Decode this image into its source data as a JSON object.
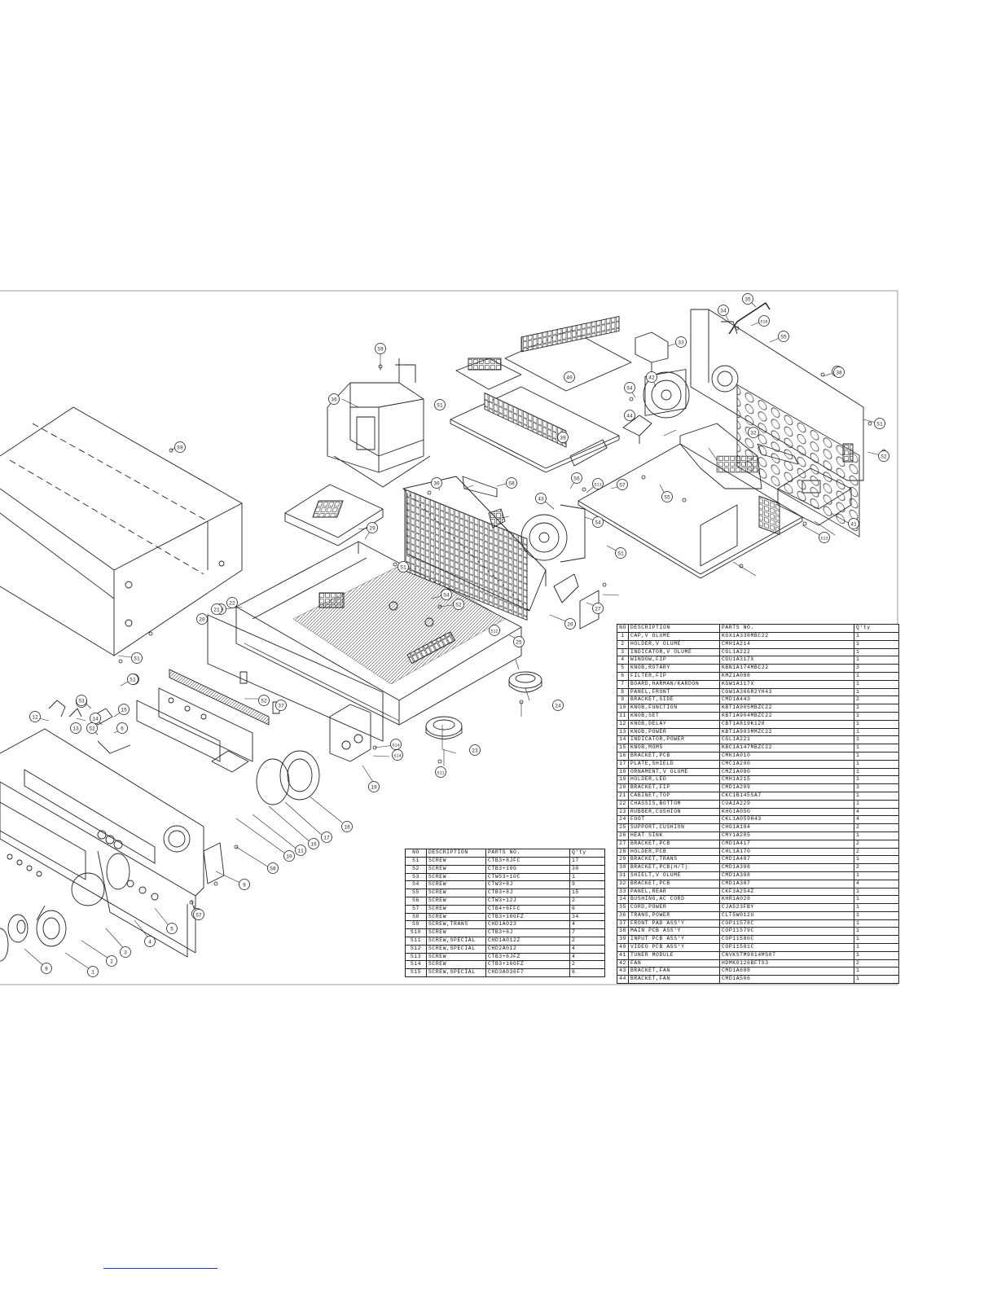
{
  "parts_table": {
    "headers": [
      "NO",
      "DESCRIPTION",
      "PARTS NO.",
      "Q'ty"
    ],
    "rows": [
      [
        "1",
        "CAP,V OLUME",
        "KGX1A338MBC22",
        "1"
      ],
      [
        "2",
        "HOLDER,V OLUME",
        "CMH1A214",
        "1"
      ],
      [
        "3",
        "INDICATOR,V OLUME",
        "CGL1A222",
        "1"
      ],
      [
        "4",
        "WINDOW,FIP",
        "CGU1A317X",
        "1"
      ],
      [
        "5",
        "KNOB,ROTARY",
        "KBN1A174MBC22",
        "3"
      ],
      [
        "6",
        "FILTER,FIP",
        "KMZ1A088",
        "1"
      ],
      [
        "7",
        "BOARD,HARMAN/KARDON",
        "KGW1A117X",
        "1"
      ],
      [
        "8",
        "PANEL,FRONT",
        "CGW1A366R2YH43",
        "1"
      ],
      [
        "9",
        "BRACKET,SIDE",
        "CMD1A443",
        "2"
      ],
      [
        "10",
        "KNOB,FUNCTION",
        "KBT1A905MBZC22",
        "1"
      ],
      [
        "11",
        "KNOB,SET",
        "KBT1A904MBZC22",
        "1"
      ],
      [
        "12",
        "KNOB,DELAY",
        "CBT1A819K128",
        "1"
      ],
      [
        "13",
        "KNOB,POWER",
        "KBT1A903MMZC22",
        "1"
      ],
      [
        "14",
        "INDICATOR,POWER",
        "CGL1A221",
        "1"
      ],
      [
        "15",
        "KNOB,MOMS",
        "KBC1A147MBZC22",
        "1"
      ],
      [
        "16",
        "BRACKET,PCB",
        "CMK1A010",
        "1"
      ],
      [
        "17",
        "PLATE,SHIELD",
        "CMC1A200",
        "1"
      ],
      [
        "18",
        "ORNAMENT,V OLUME",
        "CMZ1A080",
        "1"
      ],
      [
        "19",
        "HOLDER,LED",
        "CMH1A215",
        "1"
      ],
      [
        "20",
        "BRACKET,FIP",
        "CMD1A209",
        "3"
      ],
      [
        "21",
        "CABINET,TOP",
        "CKC1B145SA7",
        "1"
      ],
      [
        "22",
        "CHASSIS,BOTTOM",
        "CUA1A229",
        "1"
      ],
      [
        "23",
        "RUBBER,CUSHION",
        "KHG1A050",
        "4"
      ],
      [
        "24",
        "FOOT",
        "CKL1A059H43",
        "4"
      ],
      [
        "25",
        "SUPPORT,CUSHION",
        "CHG1A104",
        "2"
      ],
      [
        "26",
        "HEAT SINK",
        "CMY1A205",
        "1"
      ],
      [
        "27",
        "BRACKET,PCB",
        "CMD1A417",
        "2"
      ],
      [
        "28",
        "HOLDER,PCB",
        "CHL1A170",
        "2"
      ],
      [
        "29",
        "BRACKET,TRANS",
        "CMD1A487",
        "1"
      ],
      [
        "30",
        "BRACKET,PCB(H/T)",
        "CMD1A398",
        "2"
      ],
      [
        "31",
        "SHIELT,V OLUME",
        "CMD1A398",
        "1"
      ],
      [
        "32",
        "BRACKET,PCB",
        "CMD1A387",
        "4"
      ],
      [
        "33",
        "PANEL,REAR",
        "CKF3A254Z",
        "1"
      ],
      [
        "34",
        "BUSHING,AC CORD",
        "KHR1A028",
        "1"
      ],
      [
        "35",
        "CORD,POWER",
        "CJA523FBY",
        "1"
      ],
      [
        "36",
        "TRANS,POWER",
        "CLT5W012U",
        "1"
      ],
      [
        "37",
        "FRONT PAD ASS'Y",
        "COP11578C",
        "1"
      ],
      [
        "38",
        "MAIN PCB ASS'Y",
        "COP11579C",
        "1"
      ],
      [
        "39",
        "INPUT PCB ASS'Y",
        "COP11580C",
        "1"
      ],
      [
        "40",
        "VIDEO PCB ASS'Y",
        "COP11581C",
        "1"
      ],
      [
        "41",
        "TUNER MODULE",
        "CNVKSTM9014MS07",
        "1"
      ],
      [
        "42",
        "FAN",
        "HDMK0126BFTS3",
        "2"
      ],
      [
        "43",
        "BRACKET,FAN",
        "CMD1A688",
        "1"
      ],
      [
        "44",
        "BRACKET,FAN",
        "CMD1A506",
        "1"
      ]
    ]
  },
  "screw_table": {
    "headers": [
      "NO",
      "DESCRIPTION",
      "PARTS NO.",
      "Q'ty"
    ],
    "rows": [
      [
        "S1",
        "SCREW",
        "CTB3+8JFC",
        "17"
      ],
      [
        "S2",
        "SCREW",
        "CTB3+10G",
        "30"
      ],
      [
        "S3",
        "SCREW",
        "CTWS3+10C",
        "1"
      ],
      [
        "S4",
        "SCREW",
        "CTW3+8J",
        "9"
      ],
      [
        "S5",
        "SCREW",
        "CTB3+8J",
        "15"
      ],
      [
        "S6",
        "SCREW",
        "CTW3+12J",
        "2"
      ],
      [
        "S7",
        "SCREW",
        "CTB4+6FFC",
        "6"
      ],
      [
        "S8",
        "SCREW",
        "CTB3+10GFZ",
        "34"
      ],
      [
        "S9",
        "SCREW,TRANS",
        "CHD1A023",
        "4"
      ],
      [
        "S10",
        "SCREW",
        "CTB3+6J",
        "7"
      ],
      [
        "S11",
        "SCREW,SPECIAL",
        "CHD1A012Z",
        "2"
      ],
      [
        "S12",
        "SCREW,SPECIAL",
        "CHD2A012",
        "4"
      ],
      [
        "S13",
        "SCREW",
        "CTB3+6JFZ",
        "4"
      ],
      [
        "S14",
        "SCREW",
        "CTB3+16GFZ",
        "2"
      ],
      [
        "S15",
        "SCREW,SPECIAL",
        "CHD3A036F7",
        "6"
      ]
    ]
  },
  "callouts": [
    "S9",
    "36",
    "40",
    "S1",
    "39",
    "35",
    "34",
    "S10",
    "S5",
    "33",
    "S3",
    "42",
    "S4",
    "44",
    "S1",
    "38",
    "S2",
    "32",
    "S6",
    "41",
    "S11",
    "S7",
    "S5",
    "S13",
    "43",
    "30",
    "S8",
    "26",
    "S1",
    "S4",
    "S9",
    "29",
    "28",
    "S1",
    "S4",
    "S2",
    "27",
    "22",
    "21",
    "25",
    "S12",
    "S14",
    "24",
    "S14",
    "23",
    "S11",
    "37",
    "20",
    "S1",
    "19",
    "S2",
    "18",
    "17",
    "16",
    "11",
    "10",
    "S8",
    "9",
    "S1",
    "5",
    "4",
    "3",
    "2",
    "1",
    "8",
    "6",
    "7",
    "12",
    "13",
    "14",
    "15",
    "S4",
    "S3",
    "S2",
    "S1",
    "S7"
  ],
  "colors": {
    "line": "#222222",
    "frame": "#999999",
    "link": "#2a3ad8"
  }
}
